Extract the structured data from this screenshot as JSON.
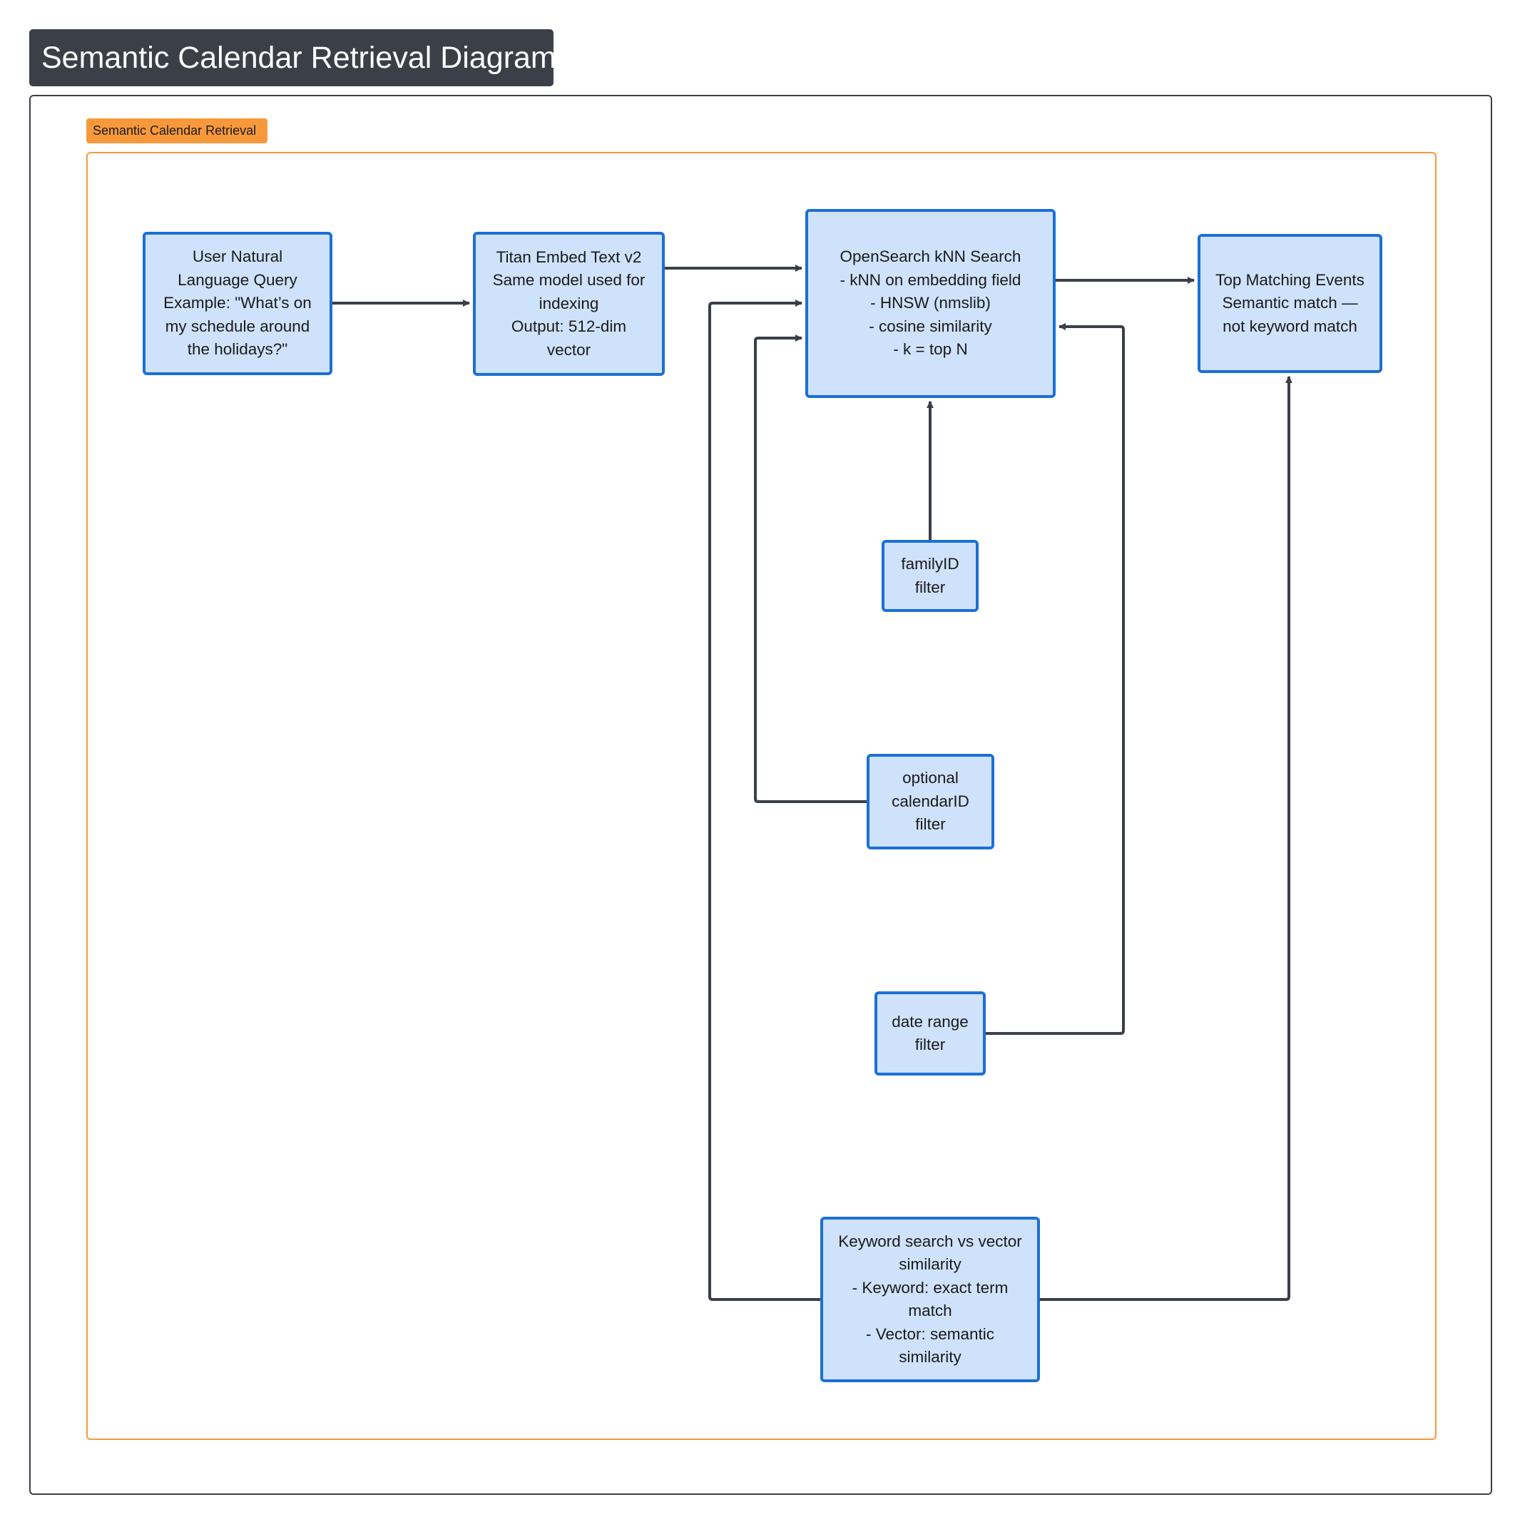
{
  "title": "Semantic Calendar Retrieval Diagram",
  "group": {
    "label": "Semantic Calendar Retrieval",
    "border_color": "#f7993b"
  },
  "colors": {
    "node_fill": "#cfe2fb",
    "node_border": "#1b6fd8",
    "connector": "#3b3f47",
    "title_bg": "#3b3f47"
  },
  "nodes": {
    "query": {
      "lines": [
        "User Natural",
        "Language Query",
        "Example: \"What’s on",
        "my schedule around",
        "the holidays?\""
      ]
    },
    "titan": {
      "lines": [
        "Titan Embed Text v2",
        "Same model used for",
        "indexing",
        "Output: 512-dim",
        "vector"
      ]
    },
    "search": {
      "lines": [
        "OpenSearch kNN Search",
        "- kNN on embedding field",
        "- HNSW (nmslib)",
        "- cosine similarity",
        "- k = top N"
      ]
    },
    "top": {
      "lines": [
        "Top Matching Events",
        "Semantic match —",
        "not keyword match"
      ]
    },
    "family": {
      "lines": [
        "familyID",
        "filter"
      ]
    },
    "calendar": {
      "lines": [
        "optional",
        "calendarID",
        "filter"
      ]
    },
    "date": {
      "lines": [
        "date range",
        "filter"
      ]
    },
    "keyword": {
      "lines": [
        "Keyword search vs vector",
        "similarity",
        "- Keyword: exact term",
        "match",
        "- Vector: semantic",
        "similarity"
      ]
    }
  },
  "edges": [
    {
      "from": "query",
      "to": "titan"
    },
    {
      "from": "titan",
      "to": "search"
    },
    {
      "from": "search",
      "to": "top"
    },
    {
      "from": "family",
      "to": "search"
    },
    {
      "from": "calendar",
      "to": "search"
    },
    {
      "from": "date",
      "to": "search"
    },
    {
      "from": "keyword",
      "to": "search"
    },
    {
      "from": "keyword",
      "to": "top"
    }
  ]
}
